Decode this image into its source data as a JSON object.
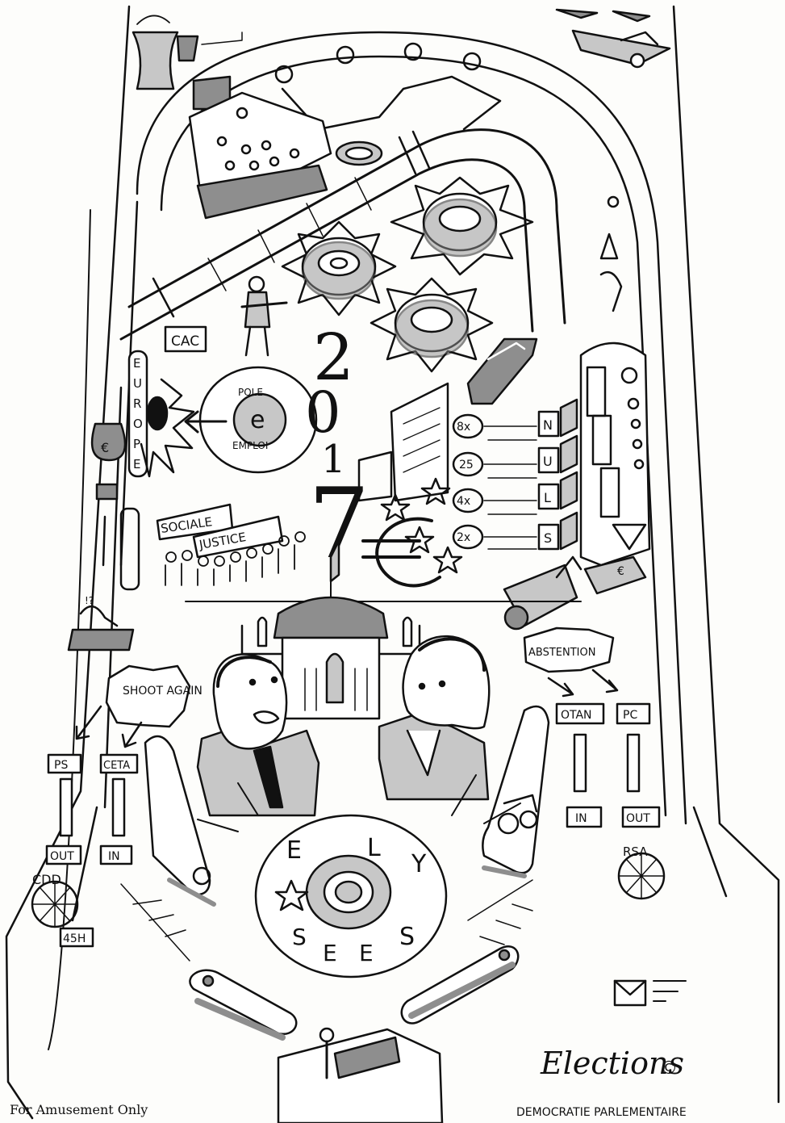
{
  "bottom": {
    "left_caption": "For Amusement Only",
    "right_caption": "DEMOCRATIE PARLEMENTAIRE",
    "signature": "Elections",
    "copyright_mark": "©"
  },
  "playfield": {
    "cac_sign": "CAC",
    "europe_rail": [
      "E",
      "U",
      "R",
      "O",
      "P",
      "E"
    ],
    "pole_emploi": {
      "top": "POLE",
      "bottom": "EMPLOI",
      "center": "e"
    },
    "year_digits": [
      "2",
      "0",
      "1",
      "7"
    ],
    "banners": [
      "SOCIALE",
      "JUSTICE"
    ],
    "bonus_multipliers": [
      "8x",
      "25",
      "4x",
      "2x"
    ],
    "drop_targets": [
      "N",
      "U",
      "L",
      "S"
    ],
    "shoot_again": "SHOOT AGAIN",
    "abstention": "ABSTENTION",
    "left_lanes": [
      {
        "top": "PS",
        "bottom": "OUT"
      },
      {
        "top": "CETA",
        "bottom": "IN"
      }
    ],
    "right_lanes": [
      {
        "top": "OTAN",
        "bottom": "IN"
      },
      {
        "top": "PC",
        "bottom": "OUT"
      }
    ],
    "left_pop_bumper": {
      "top": "CDD",
      "bottom": "45H"
    },
    "right_pop_bumper": {
      "top": "RSA"
    },
    "center_letters": [
      "E",
      "L",
      "Y",
      "S",
      "E",
      "E",
      "S"
    ],
    "money_bag_symbol": "€",
    "cash_symbol": "€",
    "sad_figure_caption": "!?"
  },
  "icons": [
    "jet-fighter-icon",
    "pinball-bumper-icon",
    "flask-icon",
    "radiation-icon",
    "lightning-icon",
    "ladder-icon",
    "soldier-icon",
    "limousine-icon",
    "euro-icon",
    "star-icon",
    "envelope-icon",
    "ballot-box-icon",
    "scooter-icon",
    "oil-derrick-icon",
    "factory-icon",
    "camera-icon",
    "tricolore-flag-icon"
  ],
  "colors": {
    "ink": "#111111",
    "grey_wash": "#c7c7c7",
    "dark_wash": "#8e8e8e",
    "paper": "#fdfdfb"
  }
}
